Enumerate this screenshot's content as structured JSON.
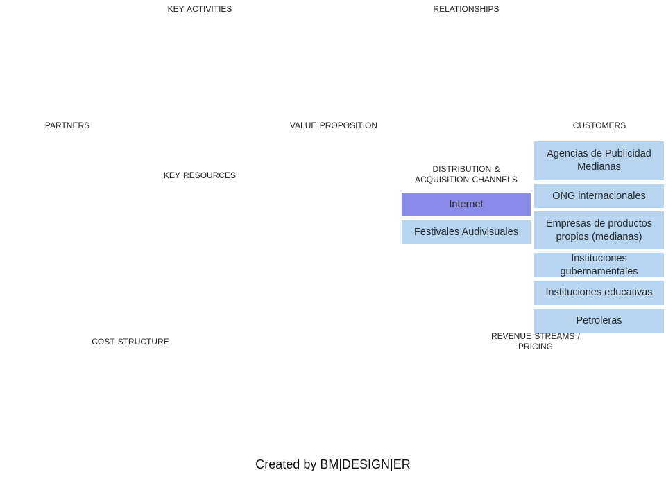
{
  "sections": {
    "key_activities": "KEY ACTIVITIES",
    "relationships": "RELATIONSHIPS",
    "partners": "PARTNERS",
    "value_proposition": "VALUE PROPOSITION",
    "customers": "CUSTOMERS",
    "key_resources": "KEY RESOURCES",
    "distribution_channels": "DISTRIBUTION  &\nACQUISITION  CHANNELS",
    "cost_structure": "COST  STRUCTURE",
    "revenue_streams": "REVENUE  STREAMS  /\nPRICING"
  },
  "channels": [
    {
      "label": "Internet",
      "color": "#8a8ae8"
    },
    {
      "label": "Festivales Audivisuales",
      "color": "#b7d5f0"
    }
  ],
  "customers": [
    {
      "label": "Agencias de Publicidad Medianas",
      "color": "#b7d5f0"
    },
    {
      "label": "ONG internacionales",
      "color": "#b7d5f0"
    },
    {
      "label": "Empresas de productos propios (medianas)",
      "color": "#b7d5f0"
    },
    {
      "label": "Instituciones gubernamentales",
      "color": "#b7d5f0"
    },
    {
      "label": "Instituciones educativas",
      "color": "#b7d5f0"
    },
    {
      "label": "Petroleras",
      "color": "#b7d5f0"
    }
  ],
  "footer": "Created by BM|DESIGN|ER"
}
